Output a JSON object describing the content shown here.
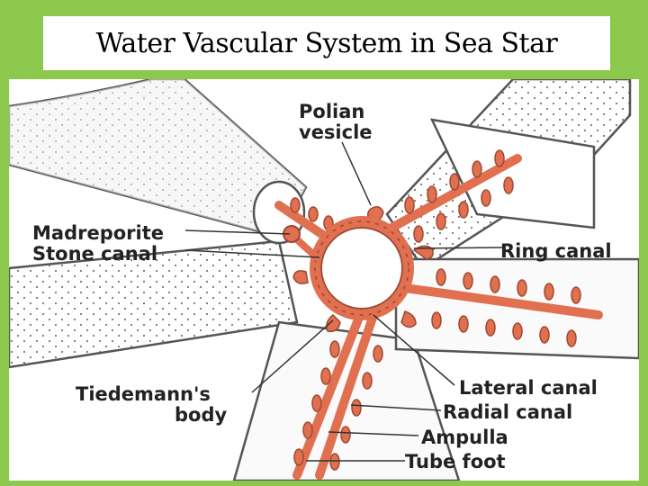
{
  "title": "Water Vascular System in Sea Star",
  "labels": {
    "polian_line1": "Polian",
    "polian_line2": "vesicle",
    "madreporite": "Madreporite",
    "stone_canal": "Stone canal",
    "ring_canal": "Ring canal",
    "tiedemann_line1": "Tiedemann's",
    "tiedemann_line2": "body",
    "lateral_canal": "Lateral canal",
    "radial_canal": "Radial canal",
    "ampulla": "Ampulla",
    "tube_foot": "Tube foot"
  },
  "colors": {
    "canal": "#e07050",
    "canal_stroke": "#a04830",
    "body_fill": "#f2f2f2",
    "background": "#8cc84b"
  }
}
